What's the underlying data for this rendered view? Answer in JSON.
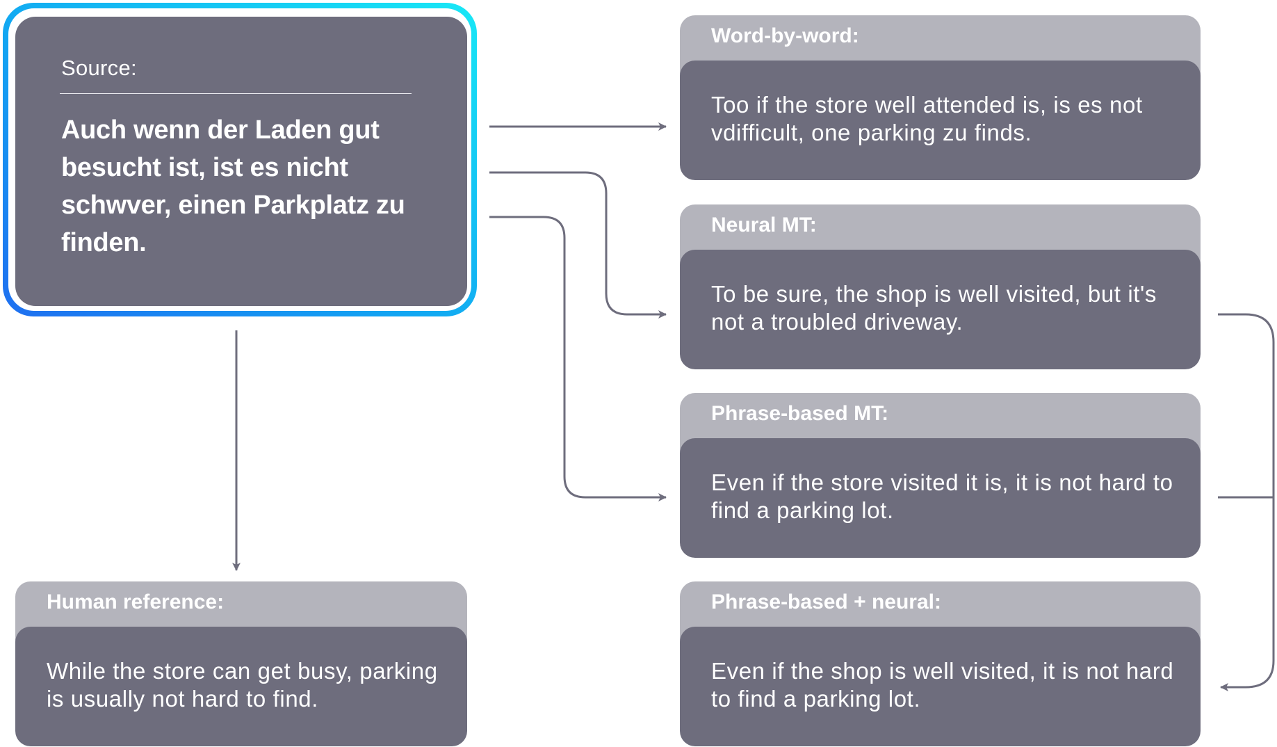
{
  "source": {
    "label": "Source:",
    "text": "Auch wenn der Laden gut besucht ist, ist es nicht schwver, einen Parkplatz zu finden."
  },
  "translations": [
    {
      "header": "Word-by-word:",
      "text": "Too if the store well attended is, is es not vdifficult, one parking zu finds."
    },
    {
      "header": "Neural MT:",
      "text": "To be sure, the shop is well visited, but it's not a troubled driveway."
    },
    {
      "header": "Phrase-based MT:",
      "text": "Even if the store visited it is, it is not hard to find a parking lot."
    },
    {
      "header": "Phrase-based + neural:",
      "text": "Even if the shop is well visited, it is not hard to find a parking lot."
    }
  ],
  "human_reference": {
    "header": "Human reference:",
    "text": "While the store can get busy, parking is usually not hard to find."
  },
  "colors": {
    "card_body": "#6e6d7d",
    "card_header": "#b4b4bc",
    "connector": "#6e6d7d",
    "highlight_gradient": [
      "#1f6ff0",
      "#18e8f6"
    ]
  }
}
